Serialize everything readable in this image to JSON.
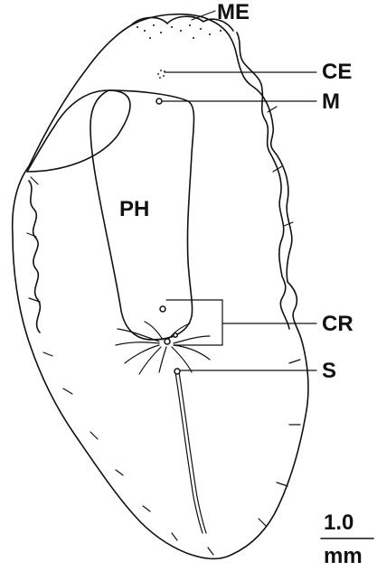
{
  "labels": {
    "me": "ME",
    "ce": "CE",
    "m": "M",
    "ph": "PH",
    "cr": "CR",
    "s": "S"
  },
  "scale_bar": {
    "value": "1.0",
    "unit": "mm"
  },
  "colors": {
    "ink": "#111111",
    "background": "#ffffff"
  }
}
